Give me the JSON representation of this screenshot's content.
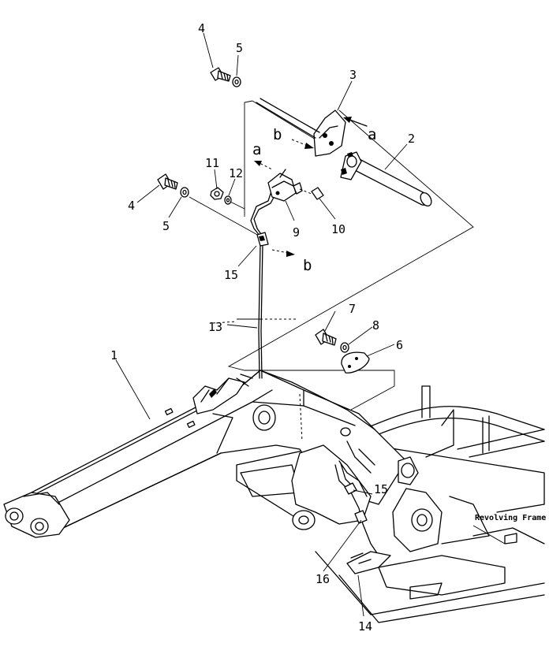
{
  "labels": {
    "l1": "1",
    "l2": "2",
    "l3": "3",
    "l4a": "4",
    "l4b": "4",
    "l5a": "5",
    "l5b": "5",
    "l6": "6",
    "l7": "7",
    "l8": "8",
    "l9": "9",
    "l10": "10",
    "l11": "11",
    "l12": "12",
    "l13": "13",
    "l14": "14",
    "l15a": "15",
    "l15b": "15",
    "l16": "16",
    "la1": "a",
    "la2": "a",
    "lb1": "b",
    "lb2": "b",
    "revolving_frame": "Revolving Frame"
  }
}
